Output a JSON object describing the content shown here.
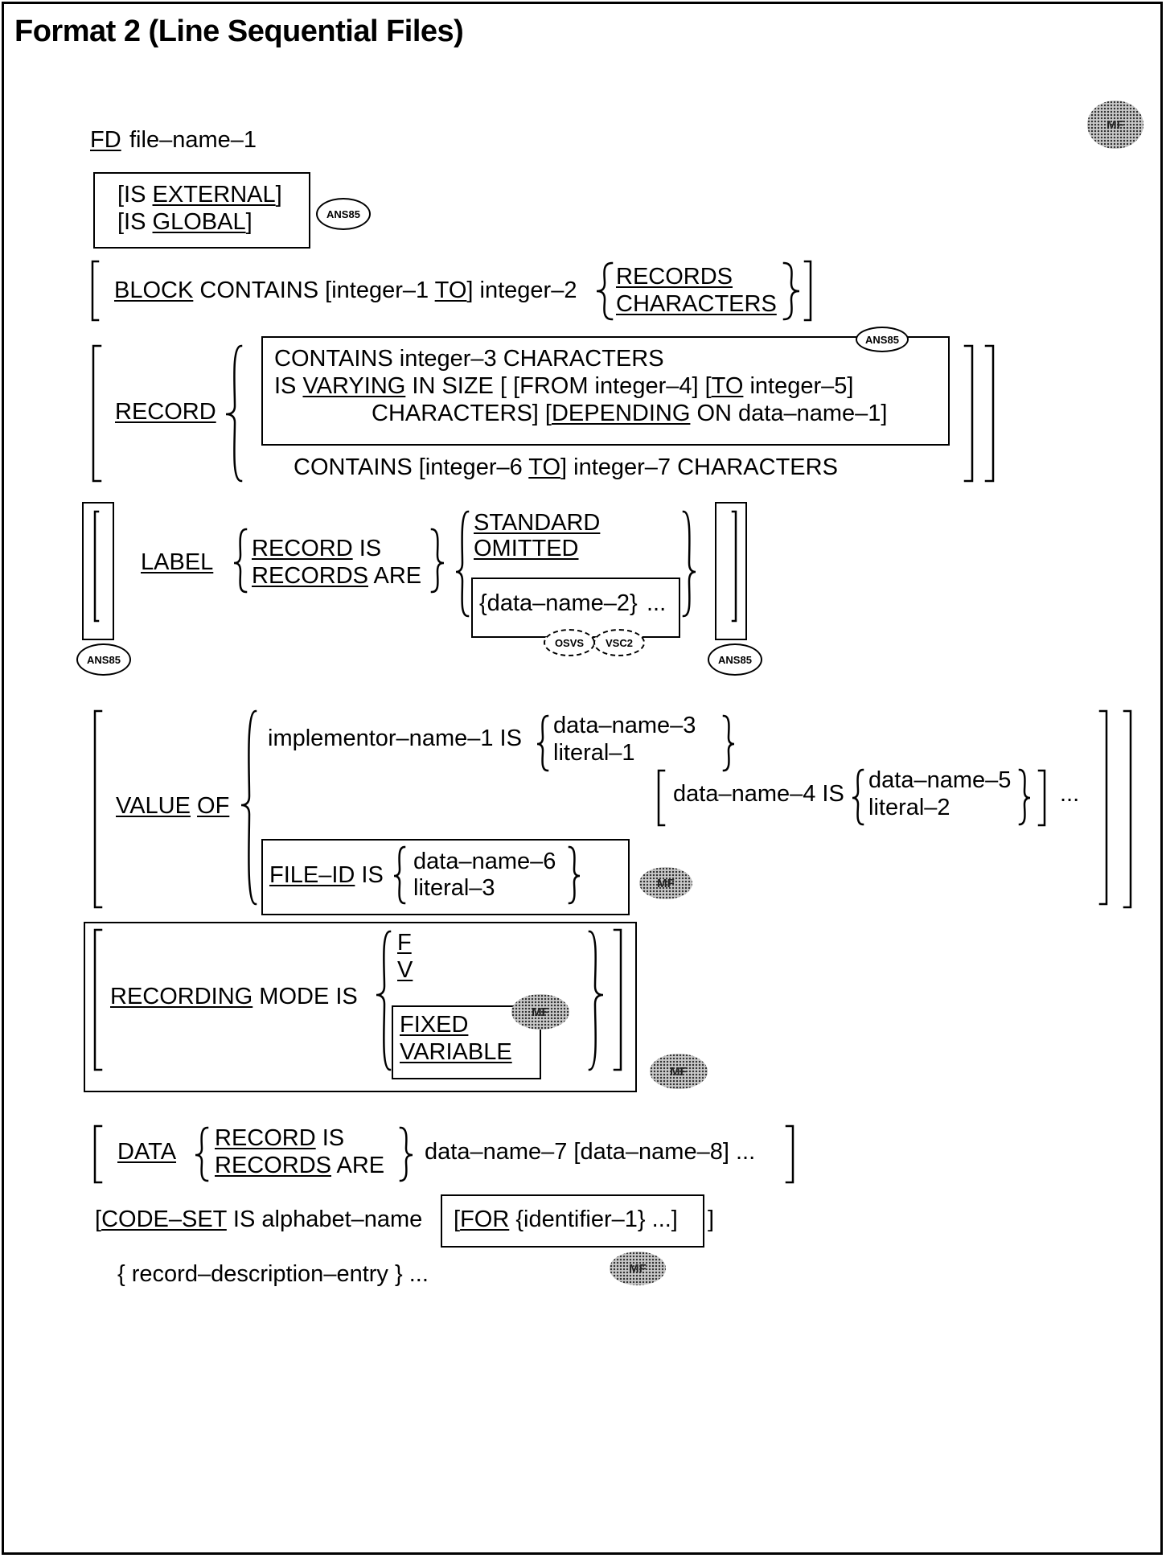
{
  "title": "Format 2 (Line Sequential Files)",
  "badges": {
    "mf": "MF",
    "ans85": "ANS85",
    "osvs": "OSVS",
    "vsc2": "VSC2"
  },
  "fd": {
    "keyword": "FD",
    "name": "file–name–1"
  },
  "external": {
    "l1a": "[IS ",
    "l1b": "EXTERNAL",
    "l1c": "]",
    "l2a": "[IS ",
    "l2b": "GLOBAL",
    "l2c": "]"
  },
  "block": {
    "kw": "BLOCK",
    "a": " CONTAINS [integer–1 ",
    "to": "TO",
    "b": "] integer–2",
    "opt1": "RECORDS",
    "opt2": "CHARACTERS"
  },
  "record": {
    "kw": "RECORD",
    "l1": "CONTAINS integer–3 CHARACTERS",
    "l2a": "IS ",
    "l2b": "VARYING",
    "l2c": " IN SIZE [ [FROM integer–4] [",
    "l2d": "TO",
    "l2e": " integer–5]",
    "l3a": "CHARACTERS] [",
    "l3b": "DEPENDING",
    "l3c": " ON data–name–1]",
    "l4a": "CONTAINS [integer–6 ",
    "l4b": "TO",
    "l4c": "] integer–7 CHARACTERS"
  },
  "label": {
    "kw": "LABEL",
    "o1a": "RECORD",
    "o1b": " IS",
    "o2a": "RECORDS",
    "o2b": " ARE",
    "std": "STANDARD",
    "omit": "OMITTED",
    "dn": "{data–name–2}",
    "ell": "..."
  },
  "value": {
    "kw1": "VALUE",
    "kw2": "OF",
    "impl": "implementor–name–1 IS",
    "dn3": "data–name–3",
    "lit1": "literal–1",
    "dn4": "data–name–4 IS",
    "dn5": "data–name–5",
    "lit2": "literal–2",
    "ell": "...",
    "fid": "FILE–ID",
    "is": " IS",
    "dn6": "data–name–6",
    "lit3": "literal–3"
  },
  "recmode": {
    "kw": "RECORDING",
    "rest": " MODE IS",
    "f": "F",
    "v": "V",
    "fixed": "FIXED",
    "variable": "VARIABLE"
  },
  "data": {
    "kw": "DATA",
    "o1a": "RECORD",
    "o1b": " IS",
    "o2a": "RECORDS",
    "o2b": " ARE",
    "rest": "data–name–7 [data–name–8]  ..."
  },
  "codeset": {
    "a": "[",
    "kw": "CODE–SET",
    "b": " IS alphabet–name",
    "c": "[",
    "for": "FOR",
    "d": " {identifier–1}  ...]",
    "e": "]"
  },
  "rde": {
    "text": "{ record–description–entry }  ..."
  }
}
